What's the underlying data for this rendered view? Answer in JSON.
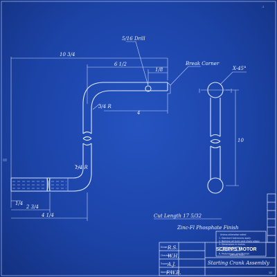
{
  "labels": {
    "corner_mark": "-1",
    "drill": "5/16 Drill",
    "break_corner": "Break Corner",
    "chamfer": "X-45°",
    "dim_overall": "10 3/4",
    "dim_upper": "6 1/2",
    "dim_eighth": "1/8",
    "dim_four": "4",
    "dim_r_upper": "3/4 R",
    "dim_r_lower": "1/4 R",
    "dim_vertical": "10",
    "dim_left_small": "1/4",
    "dim_mid": "2 3/4",
    "dim_lower": "4 1/4",
    "cut_length": "Cut Length 17 5/32",
    "finish_note": "Zinc-Fl Phosphate Finish",
    "notes_title": "Unless otherwise noted",
    "notes": [
      "1. Standard tolerances apply",
      "2. Remove all burrs and sharp edges",
      "3. Dimensions in inches",
      "4. Finish as specified",
      "5. Break all corners",
      "6. Material per specification"
    ],
    "tb_rows": [
      "Drawn",
      "Checked",
      "Traced",
      "Approved"
    ],
    "tb_values": [
      "R.S.",
      "W.H.",
      "A.J.",
      "F.W.B."
    ],
    "company": "SCRIPPS MOTOR",
    "company_sub": "Detroit, Mich.",
    "part_name": "Starting Crank Assembly",
    "bottom_right": "1/2"
  }
}
